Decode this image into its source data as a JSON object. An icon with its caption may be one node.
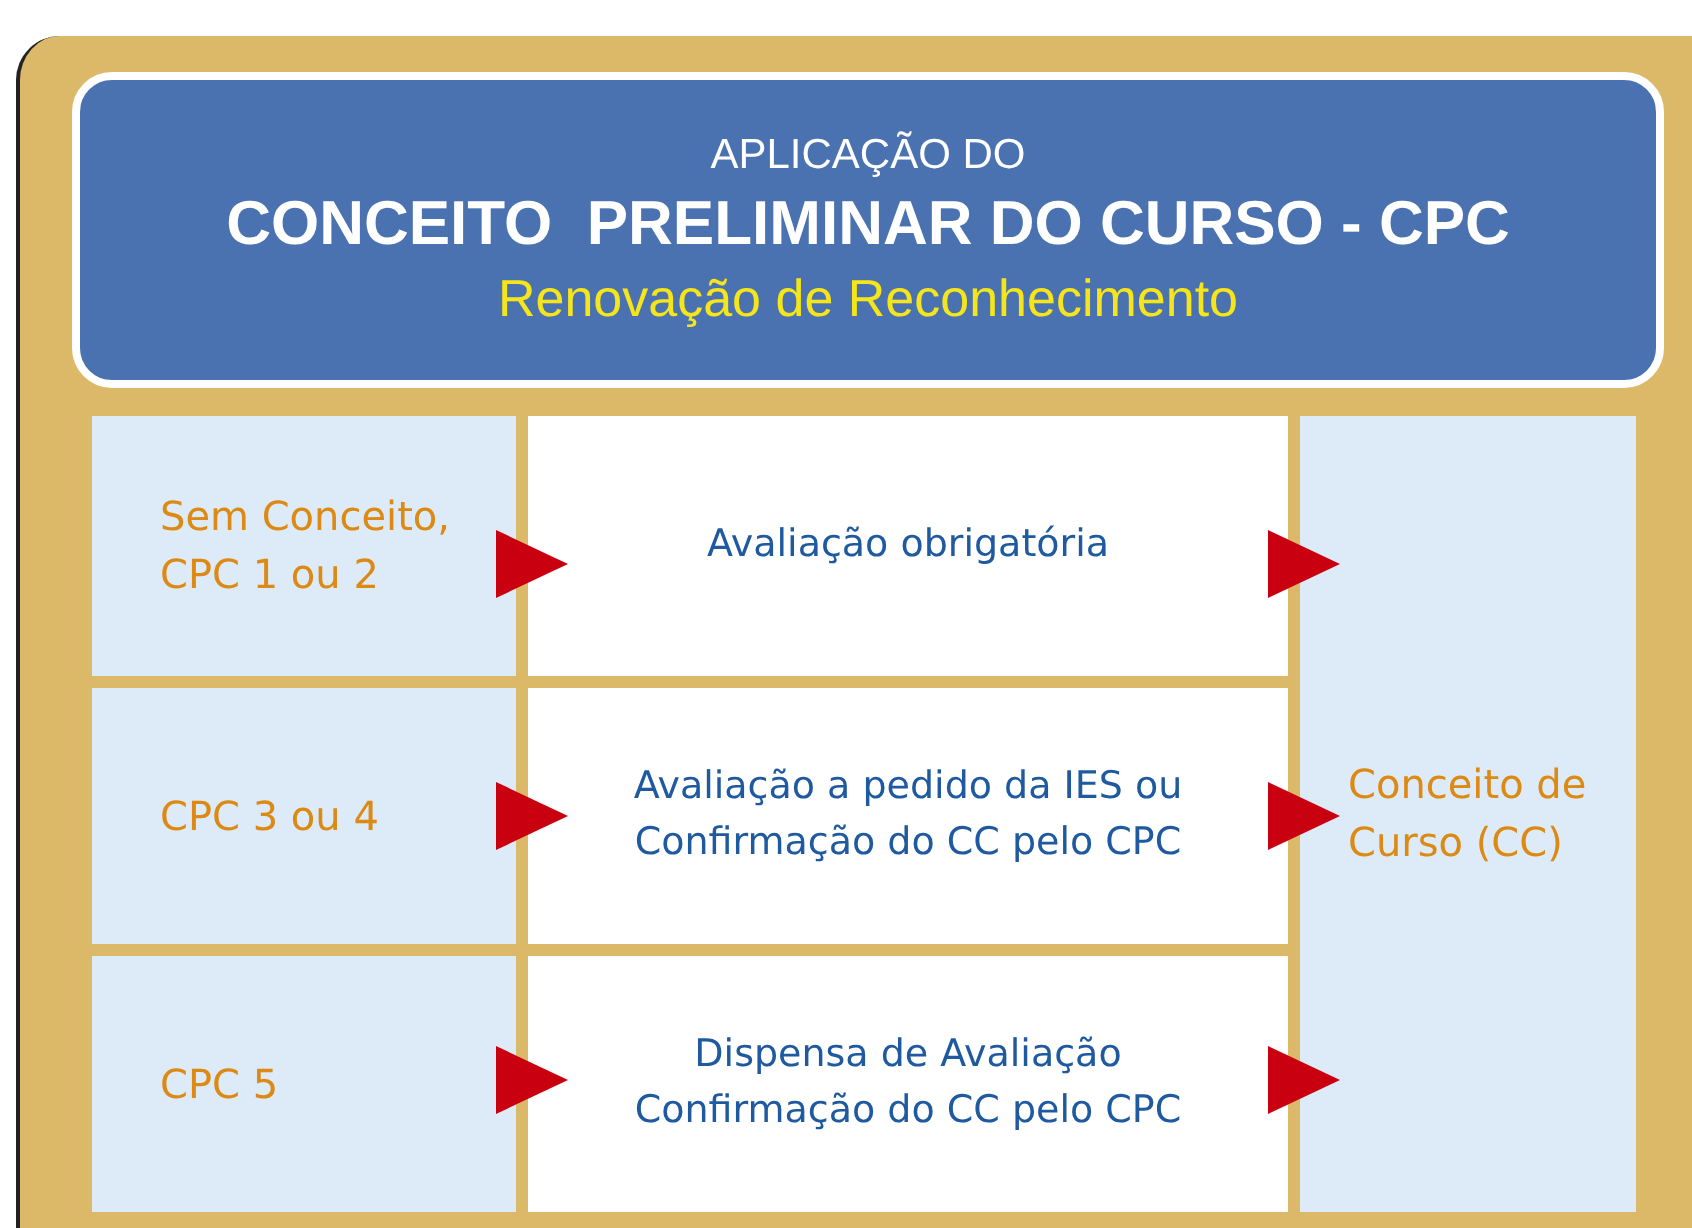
{
  "diagram": {
    "nodes": [
      {
        "text": [
          "APLICAÇÃO DO",
          "CONCEITO  PRELIMINAR DO CURSO - CPC",
          "Renovação de Reconhecimento"
        ]
      },
      {
        "text": [
          "Sem Conceito, CPC 1 ou 2"
        ]
      },
      {
        "text": [
          "Avaliação obrigatória"
        ]
      },
      {
        "text": [
          "CPC 3 ou 4"
        ]
      },
      {
        "text": [
          "Avaliação a pedido da IES ou Confirmação do CC pelo CPC"
        ]
      },
      {
        "text": [
          "CPC 5"
        ]
      },
      {
        "text": [
          "Dispensa de Avaliação Confirmação do CC pelo CPC"
        ]
      },
      {
        "text": [
          "Conceito de Curso (CC)"
        ]
      }
    ],
    "edges": [
      {
        "from": 1,
        "to": 2,
        "arrow": "to"
      },
      {
        "from": 2,
        "to": 7,
        "arrow": "to"
      },
      {
        "from": 3,
        "to": 4,
        "arrow": "to"
      },
      {
        "from": 4,
        "to": 7,
        "arrow": "to"
      },
      {
        "from": 5,
        "to": 6,
        "arrow": "to"
      },
      {
        "from": 6,
        "to": 7,
        "arrow": "to"
      }
    ]
  }
}
